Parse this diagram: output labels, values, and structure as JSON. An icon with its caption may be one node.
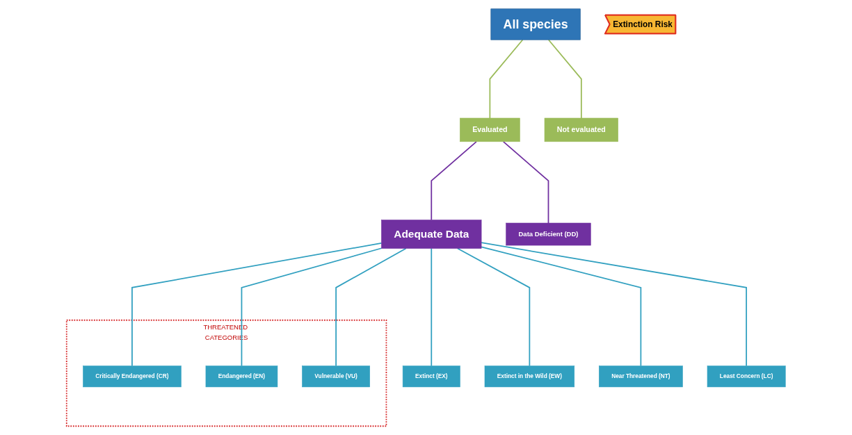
{
  "diagram": {
    "nodes": [
      {
        "text": [
          "All species"
        ]
      },
      {
        "text": [
          "Evaluated"
        ]
      },
      {
        "text": [
          "Not evaluated"
        ]
      },
      {
        "text": [
          "Adequate Data"
        ]
      },
      {
        "text": [
          "Data Deficient (DD)"
        ]
      },
      {
        "text": [
          "Extinct (EX)"
        ]
      },
      {
        "text": [
          "Extinct in the Wild (EW)"
        ]
      },
      {
        "text": [
          "THREATENED CATEGORIES"
        ]
      },
      {
        "text": [
          "Critically Endangered (CR)"
        ],
        "in": 7
      },
      {
        "text": [
          "Endangered (EN)"
        ],
        "in": 7
      },
      {
        "text": [
          "Vulnerable (VU)"
        ],
        "in": 7
      },
      {
        "text": [
          "Near Threatened (NT)"
        ]
      },
      {
        "text": [
          "Least Concern (LC)"
        ]
      },
      {
        "text": [
          "Extinction Risk"
        ]
      }
    ],
    "edges": [
      {
        "from": 0,
        "to": 1,
        "arrow": "none",
        "color": "#9bbb59"
      },
      {
        "from": 0,
        "to": 2,
        "arrow": "none",
        "color": "#9bbb59"
      },
      {
        "from": 1,
        "to": 3,
        "arrow": "none",
        "color": "#7030a0"
      },
      {
        "from": 1,
        "to": 4,
        "arrow": "none",
        "color": "#7030a0"
      },
      {
        "from": 3,
        "to": 5,
        "arrow": "none"
      },
      {
        "from": 3,
        "to": 6,
        "arrow": "none"
      },
      {
        "from": 3,
        "to": 8,
        "arrow": "none"
      },
      {
        "from": 3,
        "to": 9,
        "arrow": "none"
      },
      {
        "from": 3,
        "to": 10,
        "arrow": "none"
      },
      {
        "from": 3,
        "to": 11,
        "arrow": "none"
      },
      {
        "from": 3,
        "to": 12,
        "arrow": "none"
      }
    ]
  }
}
